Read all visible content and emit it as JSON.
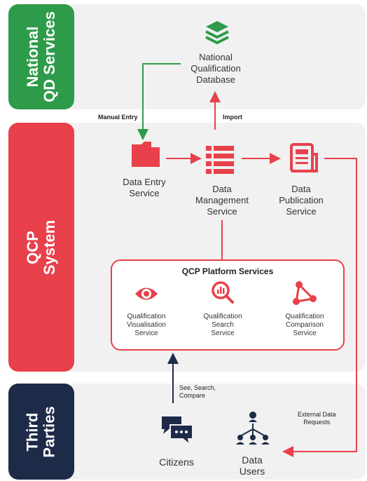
{
  "colors": {
    "green": "#2e9b4a",
    "red": "#e8414b",
    "navy": "#1d2a48",
    "band": "#f1f1f1"
  },
  "sections": {
    "national": [
      "National",
      "QD Services"
    ],
    "qcp": [
      "QCP",
      "System"
    ],
    "third": [
      "Third",
      "Parties"
    ]
  },
  "nodes": {
    "national_db": [
      "National",
      "Qualification",
      "Database"
    ],
    "data_entry": [
      "Data Entry",
      "Service"
    ],
    "data_management": [
      "Data",
      "Management",
      "Service"
    ],
    "data_publication": [
      "Data",
      "Publication",
      "Service"
    ],
    "citizens": "Citizens",
    "data_users": [
      "Data",
      "Users"
    ]
  },
  "platform": {
    "title": "QCP Platform Services",
    "services": [
      {
        "lines": [
          "Qualification",
          "Visualisation",
          "Service"
        ],
        "icon": "eye-icon"
      },
      {
        "lines": [
          "Qualification",
          "Search",
          "Service"
        ],
        "icon": "search-chart-icon"
      },
      {
        "lines": [
          "Qualification",
          "Comparison",
          "Service"
        ],
        "icon": "triangle-nodes-icon"
      }
    ]
  },
  "edge_labels": {
    "manual_entry": "Manual  Entry",
    "import": "Import",
    "see_search": [
      "See, Search,",
      "Compare"
    ],
    "external": [
      "External Data",
      "Requests"
    ]
  }
}
